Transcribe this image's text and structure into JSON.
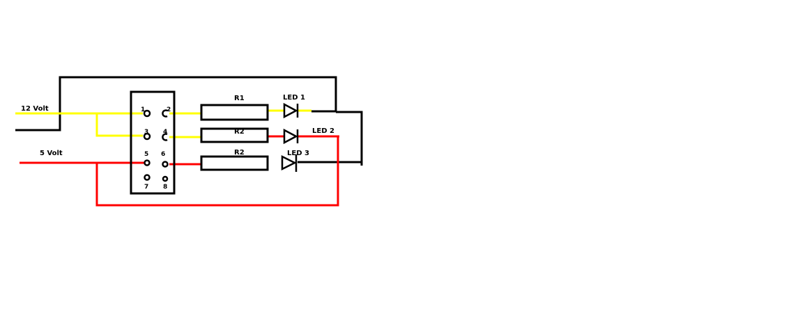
{
  "labels": {
    "supply_12v": "12 Volt",
    "supply_5v": "5 Volt",
    "r1": "R1",
    "r2_upper": "R2",
    "r2_lower": "R2",
    "led1": "LED 1",
    "led2": "LED 2",
    "led3": "LED 3"
  },
  "connector_pins": {
    "p1": "1",
    "p2": "2",
    "p3": "3",
    "p4": "4",
    "p5": "5",
    "p6": "6",
    "p7": "7",
    "p8": "8"
  },
  "colors": {
    "wire_12v": "#ffff00",
    "wire_5v": "#ff0000",
    "wire_black": "#000000",
    "background": "#ffffff"
  }
}
